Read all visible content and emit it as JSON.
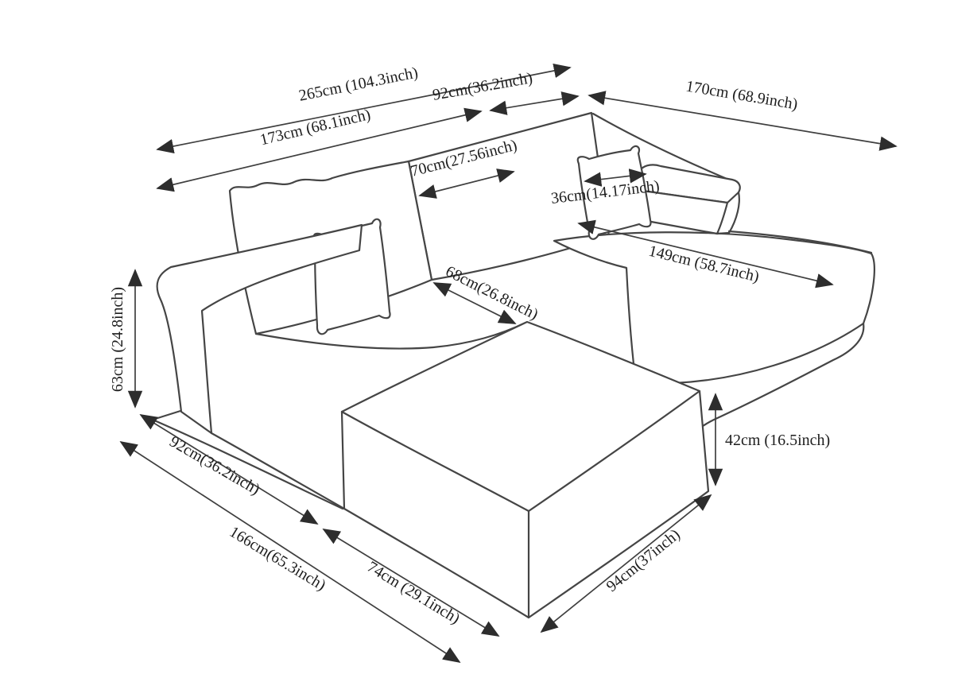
{
  "figure": {
    "type": "furniture dimension diagram",
    "subject": "sectional sofa with chaise and ottoman",
    "background_color": "#ffffff",
    "line_color": "#454545",
    "text_color": "#1d1d1d"
  },
  "dimensions": {
    "overall_width": "265cm (104.3inch)",
    "left_section_width": "173cm (68.1inch)",
    "corner_section_width": "92cm(36.2inch)",
    "chaise_total_length": "170cm (68.9inch)",
    "back_cushion_width": "70cm(27.56inch)",
    "pillow_width": "36cm(14.17inch)",
    "chaise_seat_length": "149cm (58.7inch)",
    "seat_depth": "68cm(26.8inch)",
    "back_height": "63cm (24.8inch)",
    "left_side_depth": "92cm(36.2inch)",
    "base_front_length": "166cm(65.3inch)",
    "ottoman_front_width": "74cm (29.1inch)",
    "ottoman_side_depth": "94cm(37inch)",
    "seat_height": "42cm (16.5inch)"
  }
}
